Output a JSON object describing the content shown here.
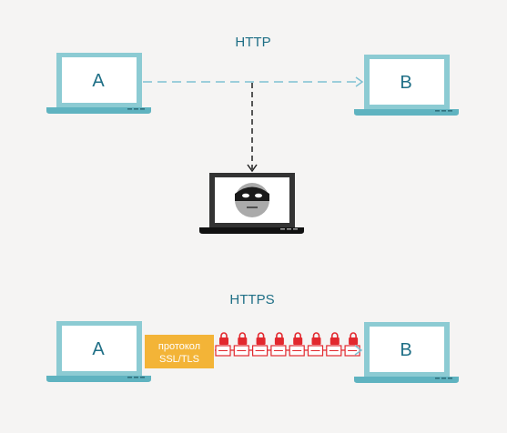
{
  "http_section": {
    "title": "HTTP"
  },
  "https_section": {
    "title": "HTTPS",
    "protocol_label_line1": "протокол",
    "protocol_label_line2": "SSL/TLS"
  },
  "computers": {
    "a_label": "A",
    "b_label": "B"
  },
  "colors": {
    "background": "#f5f4f3",
    "laptop_frame": "#8ccbd3",
    "laptop_base": "#5fb3c0",
    "screen": "#ffffff",
    "label_text": "#1f6f86",
    "http_arrow": "#7fc1d3",
    "attacker_laptop": "#333333",
    "protocol_badge": "#f3b437",
    "lock_red": "#e2282e"
  },
  "icons": {
    "laptop": "laptop-icon",
    "attacker": "hacker-mask-icon",
    "lock": "lock-icon"
  }
}
